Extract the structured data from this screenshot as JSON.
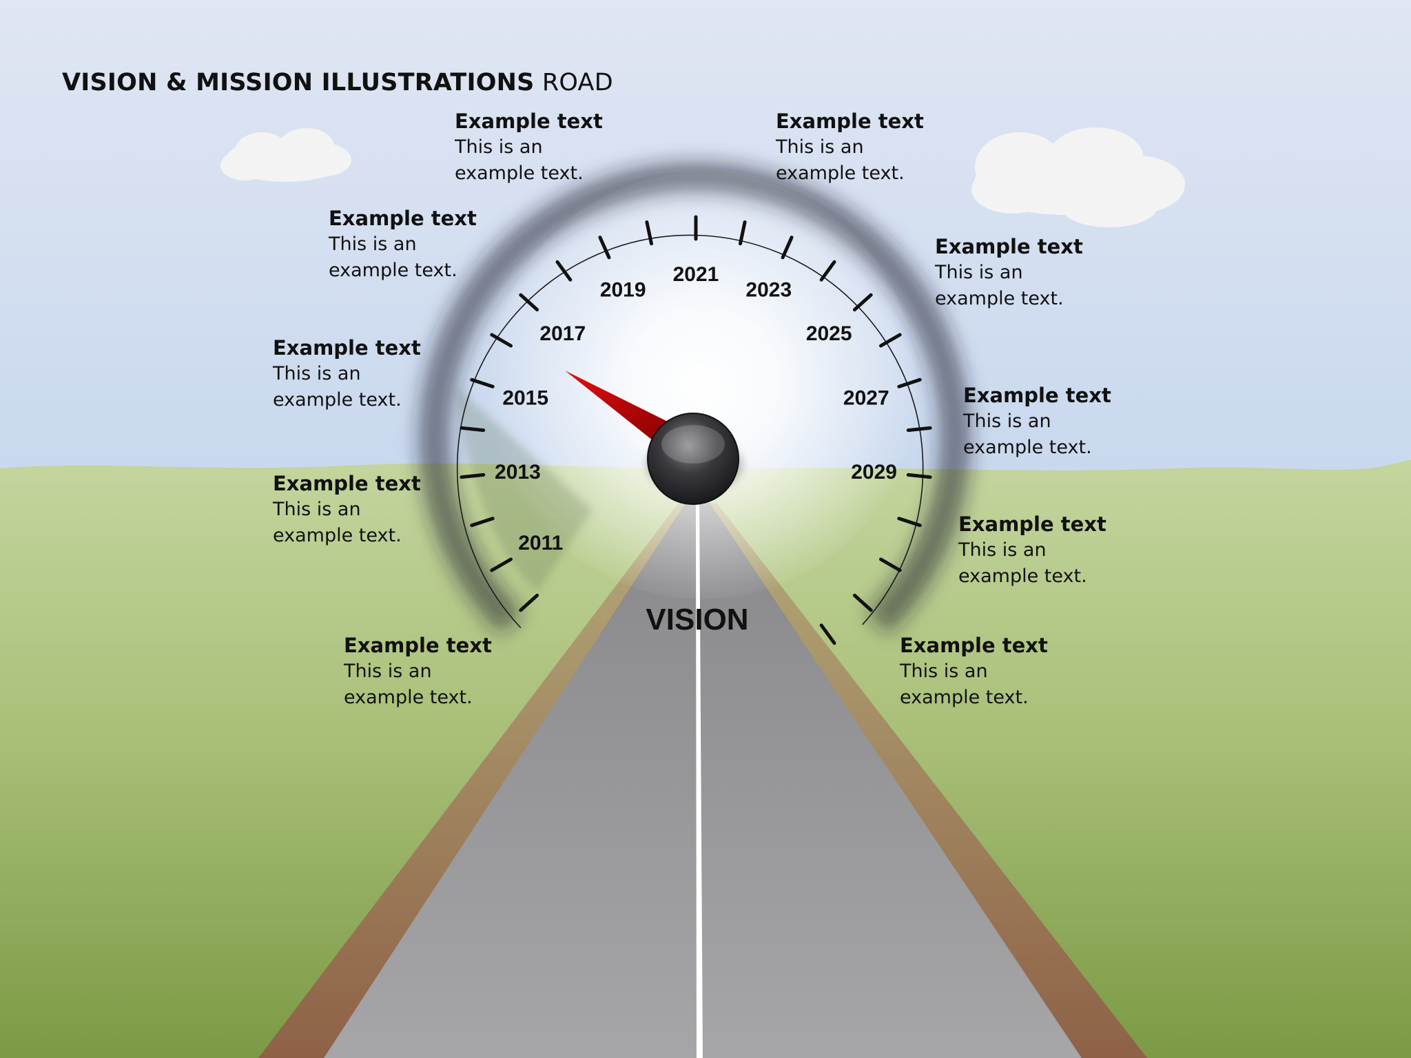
{
  "slide": {
    "title_bold": "VISION & MISSION ILLUSTRATIONS",
    "title_light": "ROAD",
    "center_label": "VISION"
  },
  "gauge": {
    "years": [
      "2011",
      "2013",
      "2015",
      "2017",
      "2019",
      "2021",
      "2023",
      "2025",
      "2027",
      "2029"
    ],
    "needle_points_at": "2016"
  },
  "notes": [
    {
      "heading": "Example text",
      "body": "This is an example text."
    },
    {
      "heading": "Example text",
      "body": "This is an example text."
    },
    {
      "heading": "Example text",
      "body": "This is an example text."
    },
    {
      "heading": "Example text",
      "body": "This is an example text."
    },
    {
      "heading": "Example text",
      "body": "This is an example text."
    },
    {
      "heading": "Example text",
      "body": "This is an example text."
    },
    {
      "heading": "Example text",
      "body": "This is an example text."
    },
    {
      "heading": "Example text",
      "body": "This is an example text."
    },
    {
      "heading": "Example text",
      "body": "This is an example text."
    },
    {
      "heading": "Example text",
      "body": "This is an example text."
    }
  ],
  "colors": {
    "sky_top": "#dfe5f3",
    "sky_bottom": "#cad9ee",
    "grass_top": "#c3d49c",
    "grass_bottom": "#7f9c48",
    "road": "#9a999c",
    "road_edge": "#8e6a46",
    "needle": "#cc0000"
  }
}
